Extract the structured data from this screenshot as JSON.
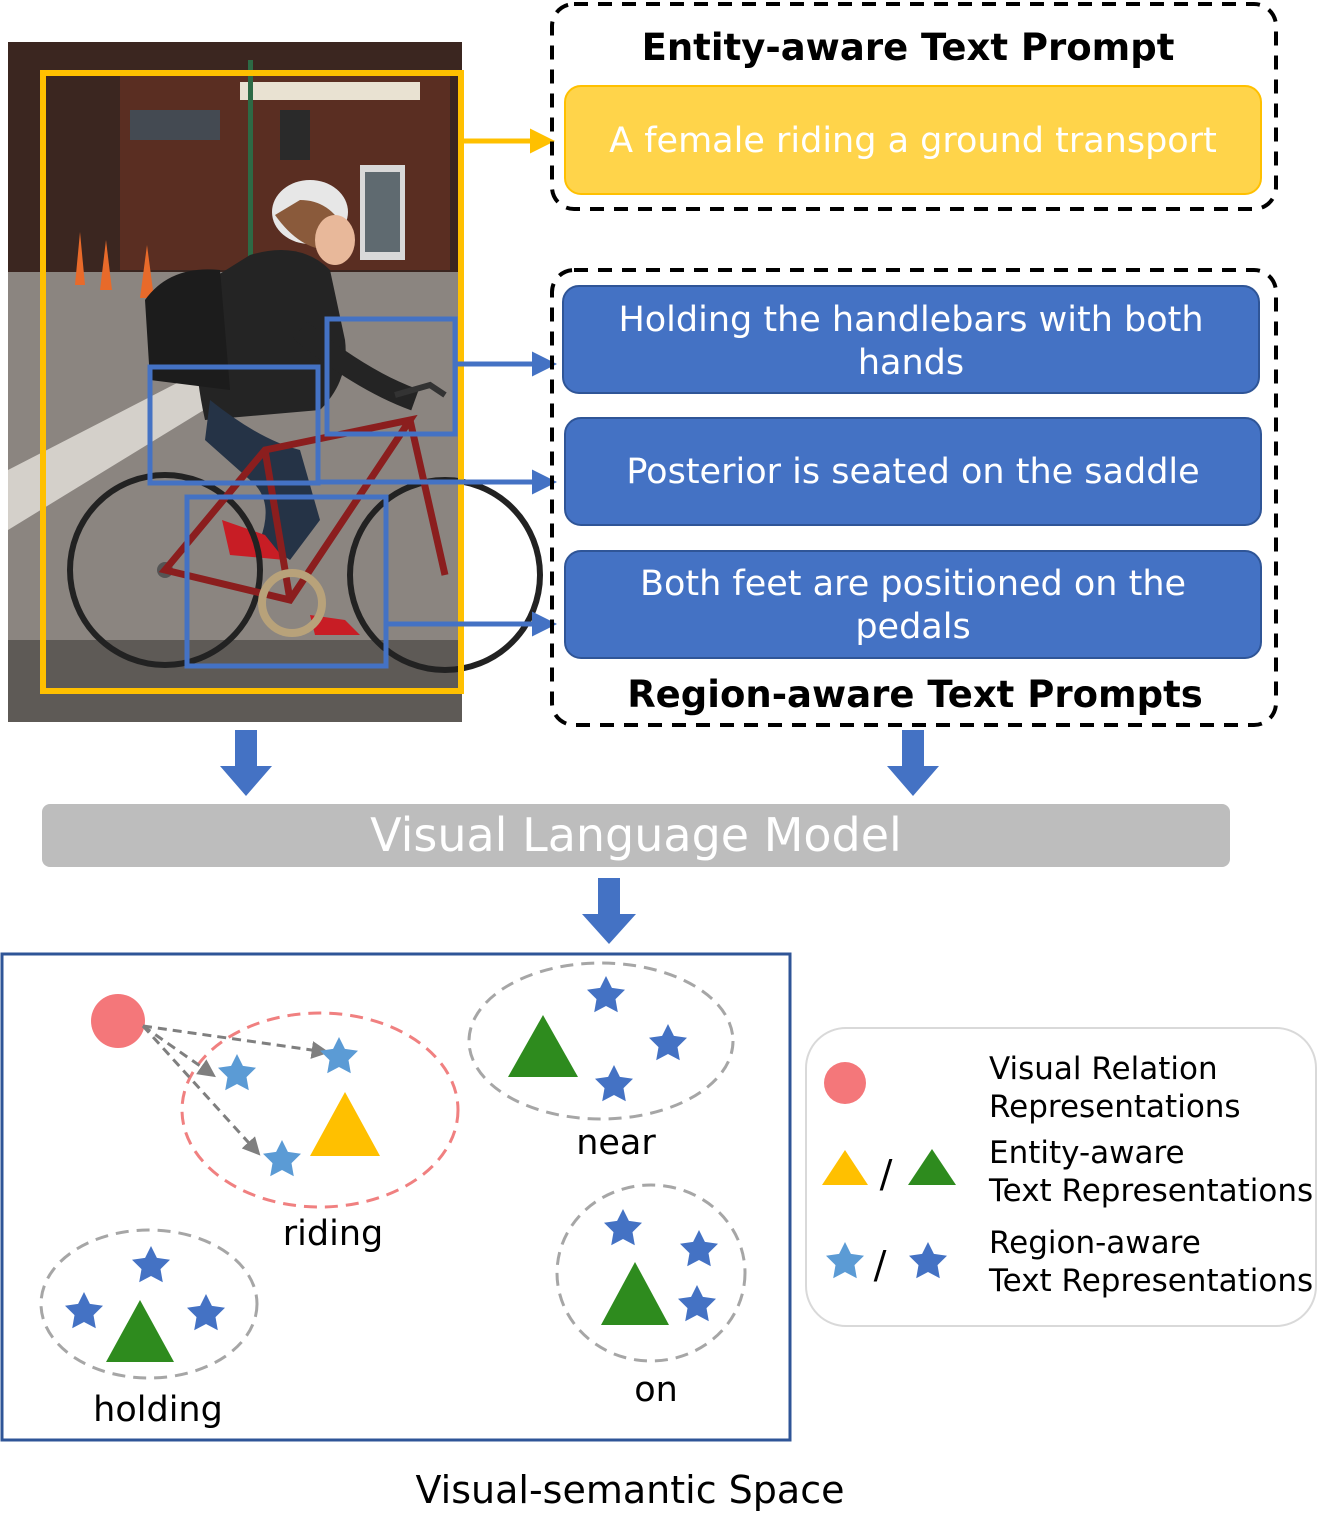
{
  "entity_prompt": {
    "heading": "Entity-aware Text Prompt",
    "text": "A female riding a ground transport"
  },
  "region_prompts": {
    "heading": "Region-aware Text Prompts",
    "items": [
      {
        "line1": "Holding the handlebars with both",
        "line2": "hands"
      },
      {
        "line1": "Posterior is seated on the saddle",
        "line2": ""
      },
      {
        "line1": "Both feet are positioned on the",
        "line2": "pedals"
      }
    ]
  },
  "model": {
    "label": "Visual Language Model"
  },
  "space": {
    "caption": "Visual-semantic Space",
    "clusters": {
      "riding": "riding",
      "near": "near",
      "holding": "holding",
      "on": "on"
    }
  },
  "legend": {
    "visual_relation": {
      "line1": "Visual Relation",
      "line2": "Representations"
    },
    "entity_aware": {
      "line1": "Entity-aware",
      "line2": "Text Representations"
    },
    "region_aware": {
      "line1": "Region-aware",
      "line2": "Text Representations"
    },
    "slash": "/"
  },
  "colors": {
    "yellow": "#FFD44A",
    "entity_yellow": "#FFC000",
    "region_blue": "#4472C4",
    "region_blue_light": "#5B9BD5",
    "entity_green": "#2E8B1E",
    "relation_pink": "#F4777A",
    "model_gray": "#BDBDBD",
    "dash_gray": "#A6A6A6",
    "dash_pink": "#F08080",
    "frame_blue": "#2F5597"
  },
  "icons": [
    "photo-cyclist",
    "star-icon",
    "triangle-icon",
    "circle-icon",
    "arrow-icon"
  ]
}
